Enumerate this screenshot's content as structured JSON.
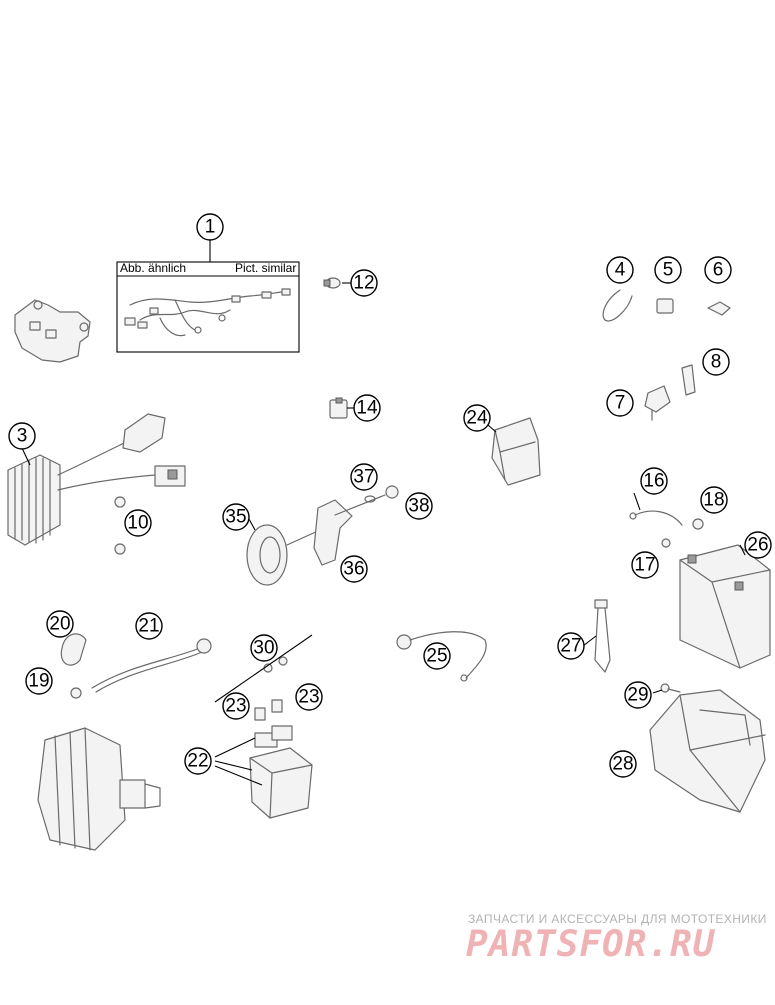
{
  "callouts": [
    {
      "id": "1",
      "label": "1"
    },
    {
      "id": "3",
      "label": "3"
    },
    {
      "id": "4",
      "label": "4"
    },
    {
      "id": "5",
      "label": "5"
    },
    {
      "id": "6",
      "label": "6"
    },
    {
      "id": "7",
      "label": "7"
    },
    {
      "id": "8",
      "label": "8"
    },
    {
      "id": "10",
      "label": "10"
    },
    {
      "id": "12",
      "label": "12"
    },
    {
      "id": "14",
      "label": "14"
    },
    {
      "id": "16",
      "label": "16"
    },
    {
      "id": "17",
      "label": "17"
    },
    {
      "id": "18",
      "label": "18"
    },
    {
      "id": "19",
      "label": "19"
    },
    {
      "id": "20",
      "label": "20"
    },
    {
      "id": "21",
      "label": "21"
    },
    {
      "id": "22",
      "label": "22"
    },
    {
      "id": "23a",
      "label": "23"
    },
    {
      "id": "23b",
      "label": "23"
    },
    {
      "id": "24",
      "label": "24"
    },
    {
      "id": "25",
      "label": "25"
    },
    {
      "id": "26",
      "label": "26"
    },
    {
      "id": "27",
      "label": "27"
    },
    {
      "id": "28",
      "label": "28"
    },
    {
      "id": "29",
      "label": "29"
    },
    {
      "id": "30",
      "label": "30"
    },
    {
      "id": "35",
      "label": "35"
    },
    {
      "id": "36",
      "label": "36"
    },
    {
      "id": "37",
      "label": "37"
    },
    {
      "id": "38",
      "label": "38"
    }
  ],
  "harness_box": {
    "label_left": "Abb. ähnlich",
    "label_right": "Pict. similar"
  },
  "watermark": {
    "tagline": "ЗАПЧАСТИ И АКСЕССУАРЫ ДЛЯ МОТОТЕХНИКИ",
    "logo": "PARTSFOR.RU"
  }
}
